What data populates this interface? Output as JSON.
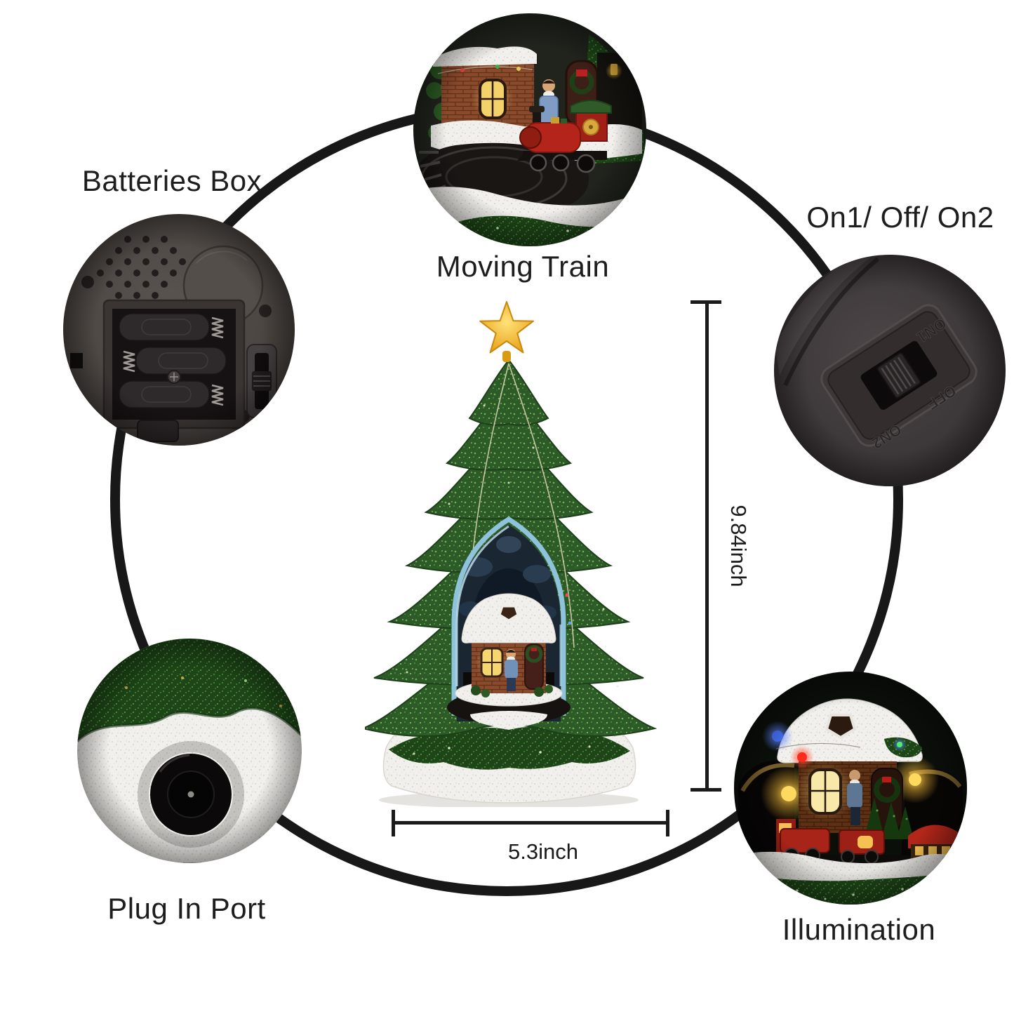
{
  "page": {
    "background": "#ffffff"
  },
  "callouts": {
    "moving_train": {
      "label": "Moving Train"
    },
    "batteries_box": {
      "label": "Batteries Box"
    },
    "power_switch": {
      "label": "On1/ Off/ On2",
      "markings": {
        "on1": "ON1",
        "off": "OFF",
        "on2": "ON2"
      }
    },
    "plug_in_port": {
      "label": "Plug In Port"
    },
    "illumination": {
      "label": "Illumination"
    }
  },
  "dimensions": {
    "height": "9.84inch",
    "width": "5.3inch"
  },
  "colors": {
    "connector_ring": "#181818",
    "label_text": "#1d1d1d",
    "dimension_lines": "#1b1b1b",
    "tree_green": "#2c5b27",
    "garland_green": "#1d4517",
    "star_gold": "#e89e12",
    "train_red": "#b5241a",
    "snow_white": "#f2f0ec",
    "plastic_gray": "#4c4648"
  }
}
